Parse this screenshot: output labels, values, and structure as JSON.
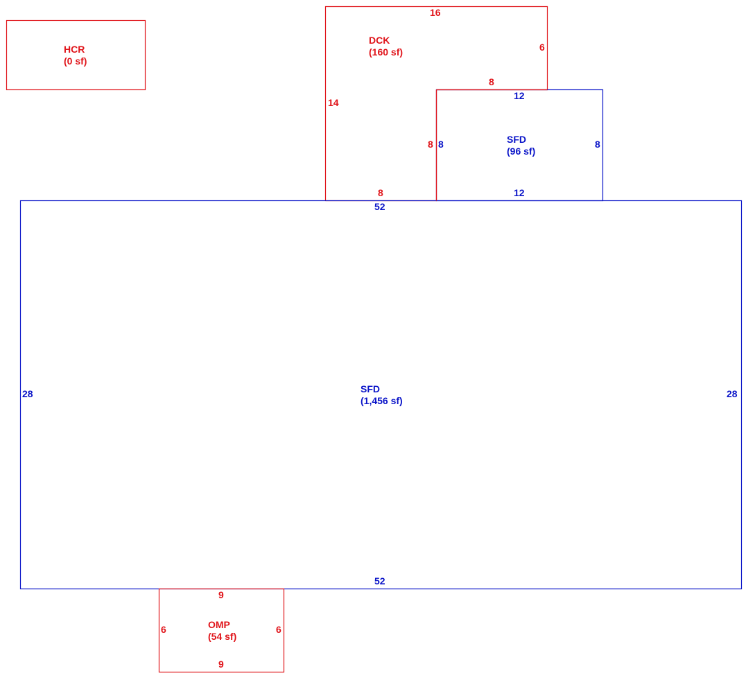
{
  "colors": {
    "red": "#e0141a",
    "blue": "#0a14c8"
  },
  "areas": {
    "hcr": {
      "code": "HCR",
      "size": "(0 sf)"
    },
    "dck": {
      "code": "DCK",
      "size": "(160 sf)"
    },
    "sfd_small": {
      "code": "SFD",
      "size": "(96 sf)"
    },
    "sfd_main": {
      "code": "SFD",
      "size": "(1,456 sf)"
    },
    "omp": {
      "code": "OMP",
      "size": "(54 sf)"
    }
  },
  "dims": {
    "dck_top": "16",
    "dck_right": "6",
    "dck_step": "8",
    "dck_left": "14",
    "dck_inner": "8",
    "dck_bottom": "8",
    "sfd_small_top": "12",
    "sfd_small_left": "8",
    "sfd_small_right": "8",
    "sfd_small_bottom": "12",
    "sfd_main_top": "52",
    "sfd_main_left": "28",
    "sfd_main_right": "28",
    "sfd_main_bottom": "52",
    "omp_top": "9",
    "omp_left": "6",
    "omp_right": "6",
    "omp_bottom": "9"
  }
}
